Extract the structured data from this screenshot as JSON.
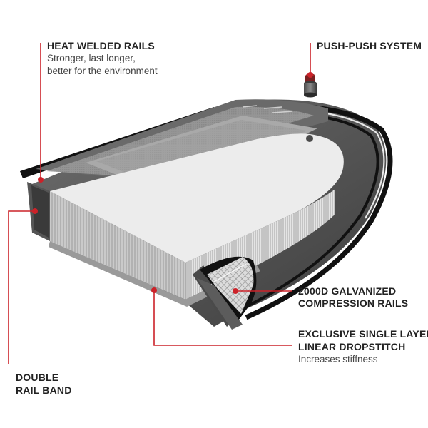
{
  "accent_color": "#cc2229",
  "callouts": {
    "heat_welded": {
      "title": "HEAT WELDED RAILS",
      "sub1": "Stronger, last longer,",
      "sub2": "better for the environment"
    },
    "push_push": {
      "title": "PUSH-PUSH SYSTEM"
    },
    "compression": {
      "line1": "2000D GALVANIZED",
      "line2": "COMPRESSION RAILS"
    },
    "dropstitch": {
      "line1": "EXCLUSIVE SINGLE LAYER",
      "line2": "LINEAR DROPSTITCH",
      "sub": "Increases stiffness"
    },
    "double_rail": {
      "line1": "DOUBLE",
      "line2": "RAIL BAND"
    }
  }
}
